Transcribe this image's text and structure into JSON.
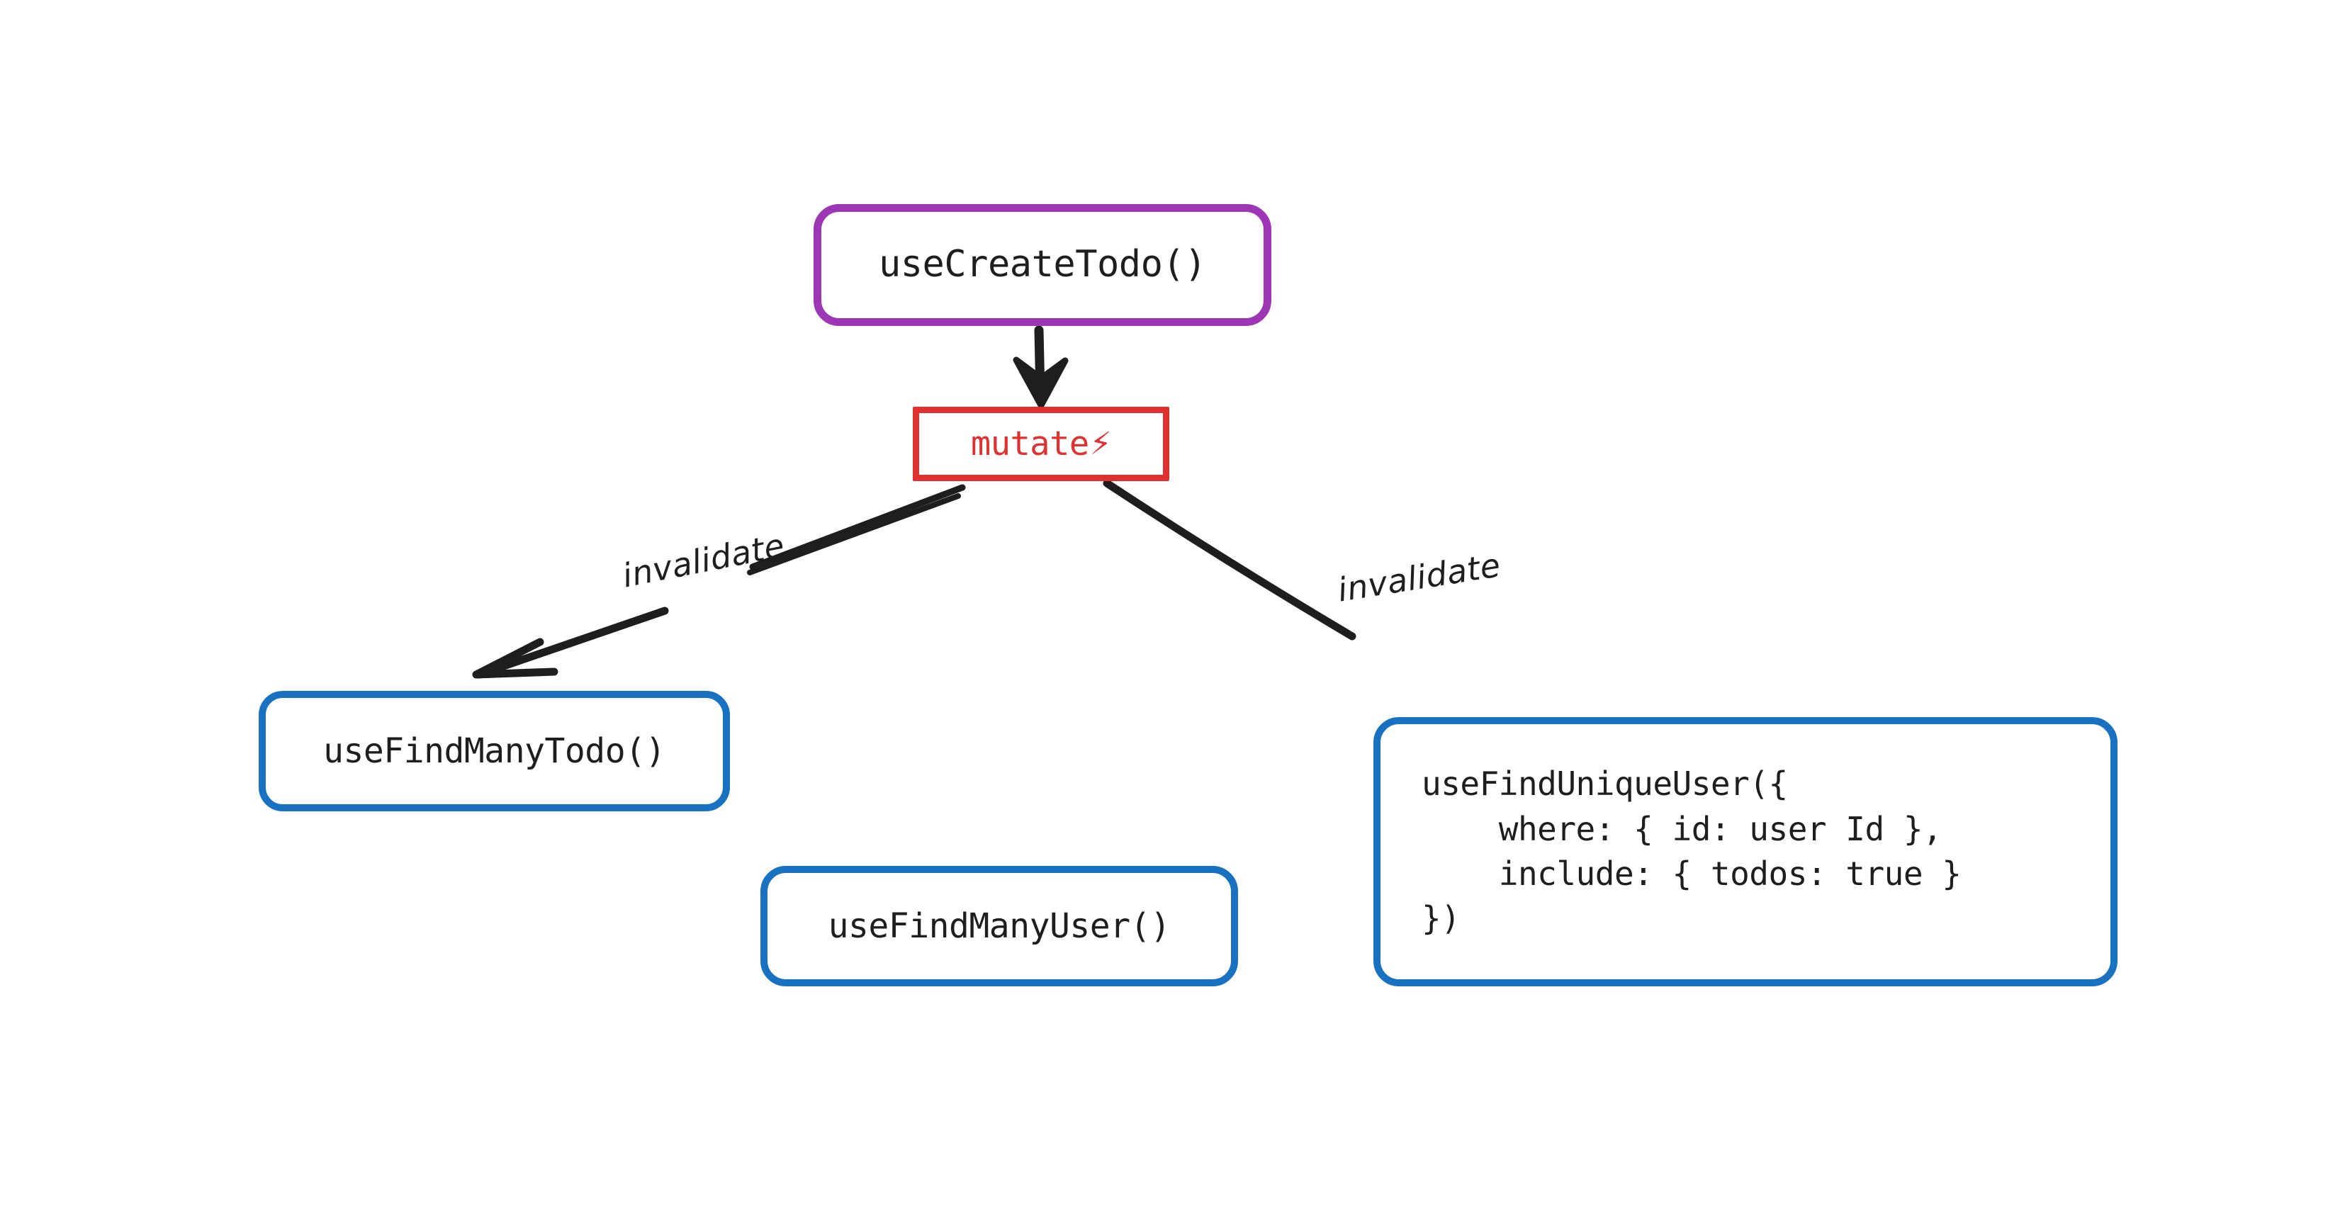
{
  "diagram": {
    "title": "useCreateTodo mutation invalidation flow",
    "background": "#ffffff",
    "colors": {
      "purple": "#9c36b5",
      "red": "#e03131",
      "blue": "#1971c2",
      "ink": "#1e1e1e"
    }
  },
  "nodes": {
    "create_todo": {
      "label": "useCreateTodo()",
      "border_color": "#9c36b5",
      "shape": "rounded-rect"
    },
    "mutate": {
      "label": "mutate",
      "icon": "high-voltage-icon",
      "icon_glyph": "⚡",
      "border_color": "#e03131",
      "text_color": "#e03131",
      "shape": "rect"
    },
    "find_many_todo": {
      "label": "useFindManyTodo()",
      "border_color": "#1971c2",
      "shape": "rounded-rect"
    },
    "find_many_user": {
      "label": "useFindManyUser()",
      "border_color": "#1971c2",
      "shape": "rounded-rect"
    },
    "find_unique_user": {
      "label": "useFindUniqueUser({\n    where: { id: user Id },\n    include: { todos: true }\n})",
      "border_color": "#1971c2",
      "shape": "rounded-rect"
    }
  },
  "edges": [
    {
      "from": "create_todo",
      "to": "mutate",
      "label": "",
      "style": "solid-arrow",
      "color": "#1e1e1e"
    },
    {
      "from": "mutate",
      "to": "find_many_todo",
      "label": "invalidate",
      "style": "hand-drawn-arrow",
      "color": "#1e1e1e"
    },
    {
      "from": "mutate",
      "to": "find_unique_user",
      "label": "invalidate",
      "style": "hand-drawn-arrow",
      "color": "#1e1e1e"
    }
  ],
  "edge_labels": {
    "left": "invalidate",
    "right": "invalidate"
  }
}
